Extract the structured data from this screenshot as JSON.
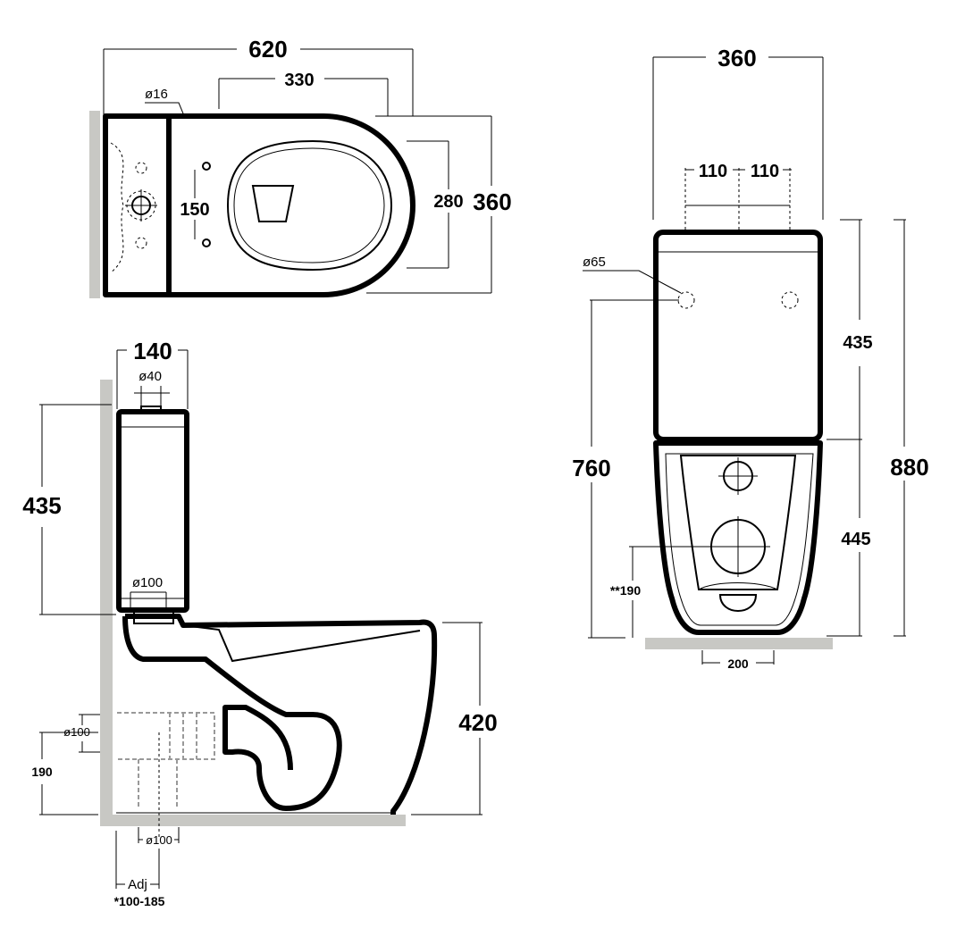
{
  "top_view": {
    "width": "620",
    "pan_length": "330",
    "fixing_hole": "ø16",
    "fixing_spacing": "150",
    "rim_width": "280",
    "depth": "360"
  },
  "side_view": {
    "cistern_width": "140",
    "button_hole": "ø40",
    "cistern_height": "435",
    "flush_outlet": "ø100",
    "pan_height": "420",
    "horizontal_outlet": "ø100",
    "outlet_height": "190",
    "vertical_outlet": "ø100",
    "adj_label": "Adj",
    "adj_range": "*100-185"
  },
  "front_view": {
    "width": "360",
    "button_offset_left": "110",
    "button_offset_right": "110",
    "inlet_hole": "ø65",
    "cistern_height": "435",
    "inlet_height": "760",
    "total_height": "880",
    "pan_height": "445",
    "outlet_height": "**190",
    "base_width": "200"
  }
}
